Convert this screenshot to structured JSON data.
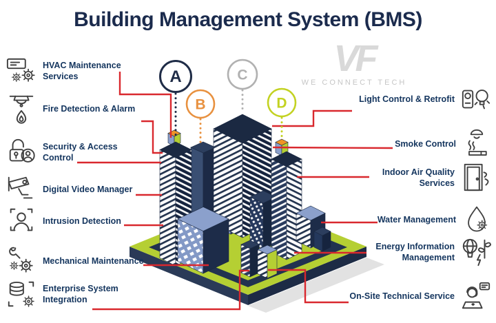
{
  "title": "Building Management System (BMS)",
  "logo": {
    "monogram": "VF",
    "tagline": "WE CONNECT TECH"
  },
  "markers": [
    {
      "label": "A",
      "color": "#1f2c47"
    },
    {
      "label": "B",
      "color": "#e8913f"
    },
    {
      "label": "C",
      "color": "#b1b1b1"
    },
    {
      "label": "D",
      "color": "#c3d222"
    }
  ],
  "left_items": [
    {
      "label": "HVAC Maintenance Services",
      "icon": "hvac-icon"
    },
    {
      "label": "Fire Detection & Alarm",
      "icon": "fire-detection-icon"
    },
    {
      "label": "Security & Access Control",
      "icon": "security-access-icon"
    },
    {
      "label": "Digital Video Manager",
      "icon": "cctv-camera-icon"
    },
    {
      "label": "Intrusion Detection",
      "icon": "intrusion-detection-icon"
    },
    {
      "label": "Mechanical Maintenance",
      "icon": "mechanical-icon"
    },
    {
      "label": "Enterprise System Integration",
      "icon": "enterprise-integration-icon"
    }
  ],
  "right_items": [
    {
      "label": "Light Control & Retrofit",
      "icon": "light-control-icon"
    },
    {
      "label": "Smoke Control",
      "icon": "smoke-control-icon"
    },
    {
      "label": "Indoor Air Quality Services",
      "icon": "indoor-air-icon"
    },
    {
      "label": "Water Management",
      "icon": "water-management-icon"
    },
    {
      "label": "Energy Information Management",
      "icon": "energy-info-icon"
    },
    {
      "label": "On-Site Technical Service",
      "icon": "onsite-service-icon"
    }
  ],
  "palette": {
    "title_navy": "#1b2b4d",
    "label_navy": "#14355e",
    "connector_red": "#d9282e",
    "building_navy": "#1d2c49",
    "building_blue": "#8ba0cc",
    "platform_green": "#b5cf33",
    "accent_orange": "#ef9426",
    "icon_gray": "#404040",
    "logo_gray": "#d9d9d9"
  }
}
